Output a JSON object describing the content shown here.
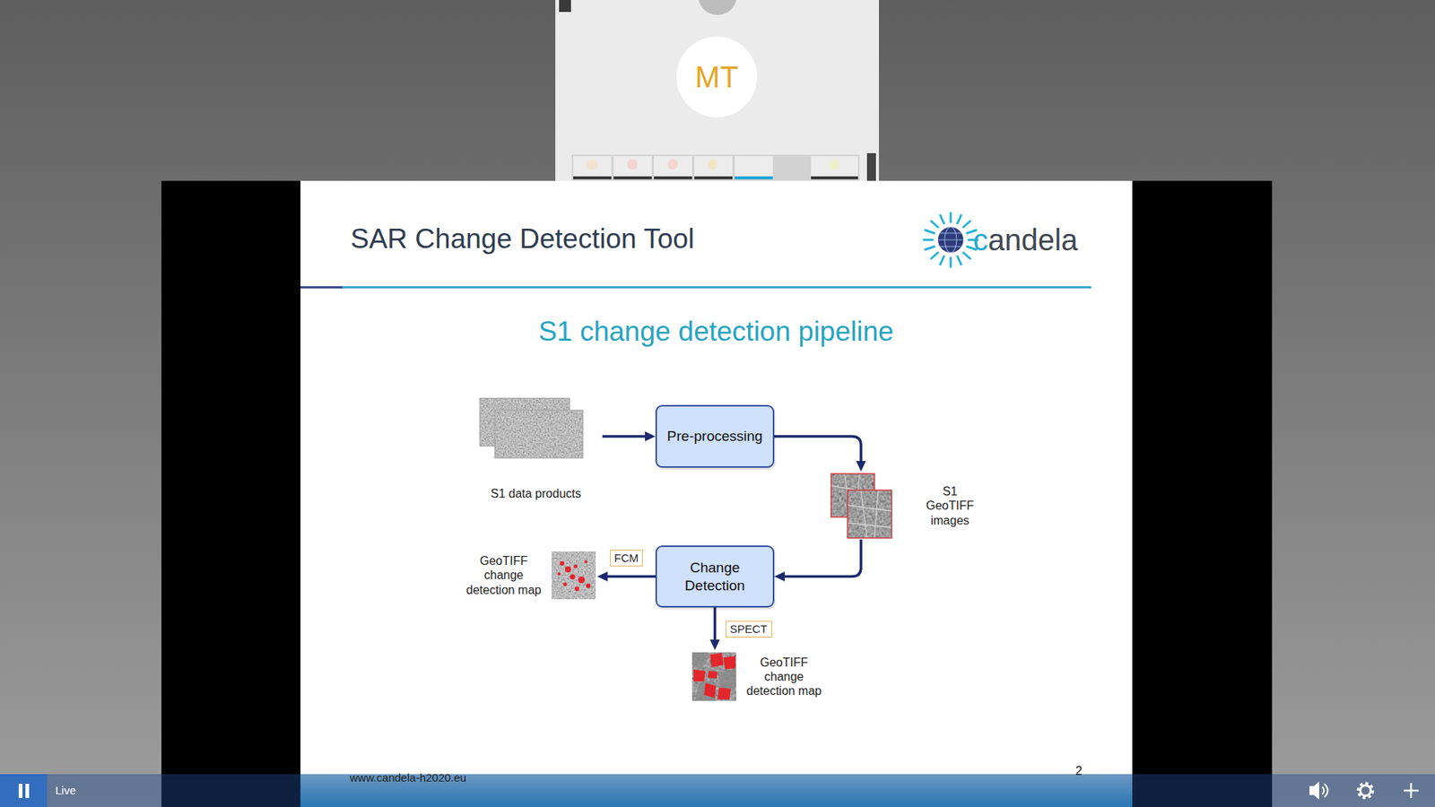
{
  "diagram": {
    "title": "SAR Change Detection Tool",
    "nodes": [
      {
        "text": [
          "S1 data products"
        ]
      },
      {
        "text": [
          "Pre-processing"
        ]
      },
      {
        "text": [
          "S1 GeoTIFF images"
        ]
      },
      {
        "text": [
          "Change Detection"
        ]
      },
      {
        "text": [
          "GeoTIFF change detection map"
        ]
      },
      {
        "text": [
          "GeoTIFF change detection map"
        ]
      }
    ],
    "edges": [
      {
        "from": 0,
        "to": 1,
        "arrow": "to"
      },
      {
        "from": 1,
        "to": 2,
        "arrow": "to"
      },
      {
        "from": 2,
        "to": 3,
        "arrow": "to"
      },
      {
        "from": 3,
        "to": 4,
        "label": "FCM",
        "arrow": "to"
      },
      {
        "from": 3,
        "to": 5,
        "label": "SPECT",
        "arrow": "to"
      }
    ],
    "labels": [
      "S1 change detection pipeline",
      "candela",
      "www.candela-h2020.eu",
      "2",
      "MT",
      "Live"
    ]
  }
}
